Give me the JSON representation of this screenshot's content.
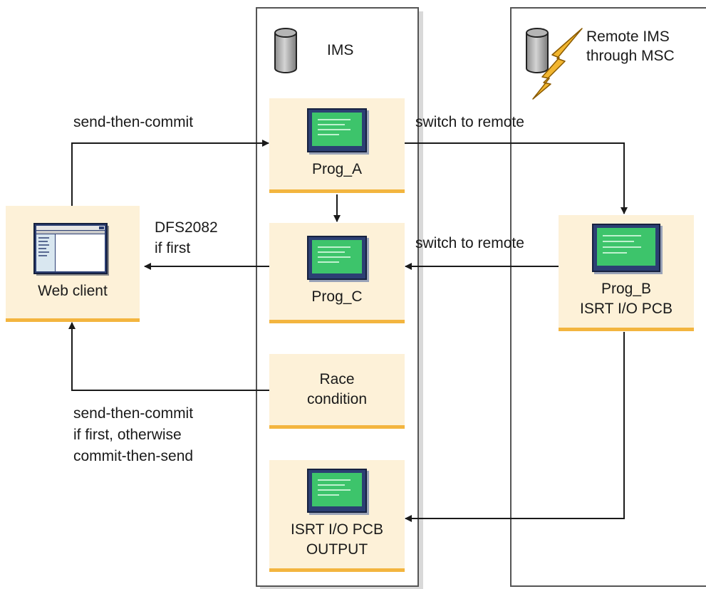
{
  "ims_panel": {
    "title": "IMS"
  },
  "remote_panel": {
    "title_line1": "Remote IMS",
    "title_line2": "through MSC"
  },
  "web_client": {
    "label": "Web client"
  },
  "prog_a": {
    "label": "Prog_A"
  },
  "prog_c": {
    "label": "Prog_C"
  },
  "prog_b": {
    "label_line1": "Prog_B",
    "label_line2": "ISRT I/O PCB"
  },
  "race": {
    "label_line1": "Race",
    "label_line2": "condition"
  },
  "output": {
    "label_line1": "ISRT I/O PCB",
    "label_line2": "OUTPUT"
  },
  "annotations": {
    "send_then_commit": "send-then-commit",
    "switch_remote_top": "switch to remote",
    "switch_remote_mid": "switch to remote",
    "dfs_line1": "DFS2082",
    "dfs_line2": "if first",
    "race_note_line1": "send-then-commit",
    "race_note_line2": "if first, otherwise",
    "race_note_line3": "commit-then-send"
  },
  "icons": {
    "database": "database-icon",
    "remote_database": "remote-database-icon",
    "lightning": "lightning-icon",
    "program_screen": "program-screen-icon",
    "browser_window": "browser-window-icon"
  },
  "colors": {
    "box_fill": "#fdf1d8",
    "box_accent": "#f3b53f",
    "screen_green": "#3dc46b",
    "screen_frame": "#2c3f73",
    "lightning": "#f2b630"
  }
}
